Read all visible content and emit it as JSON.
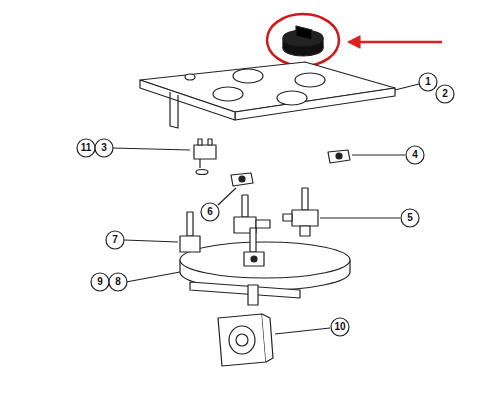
{
  "diagram": {
    "labels": [
      "1",
      "2",
      "11",
      "3",
      "4",
      "6",
      "5",
      "7",
      "9",
      "8",
      "10"
    ]
  }
}
